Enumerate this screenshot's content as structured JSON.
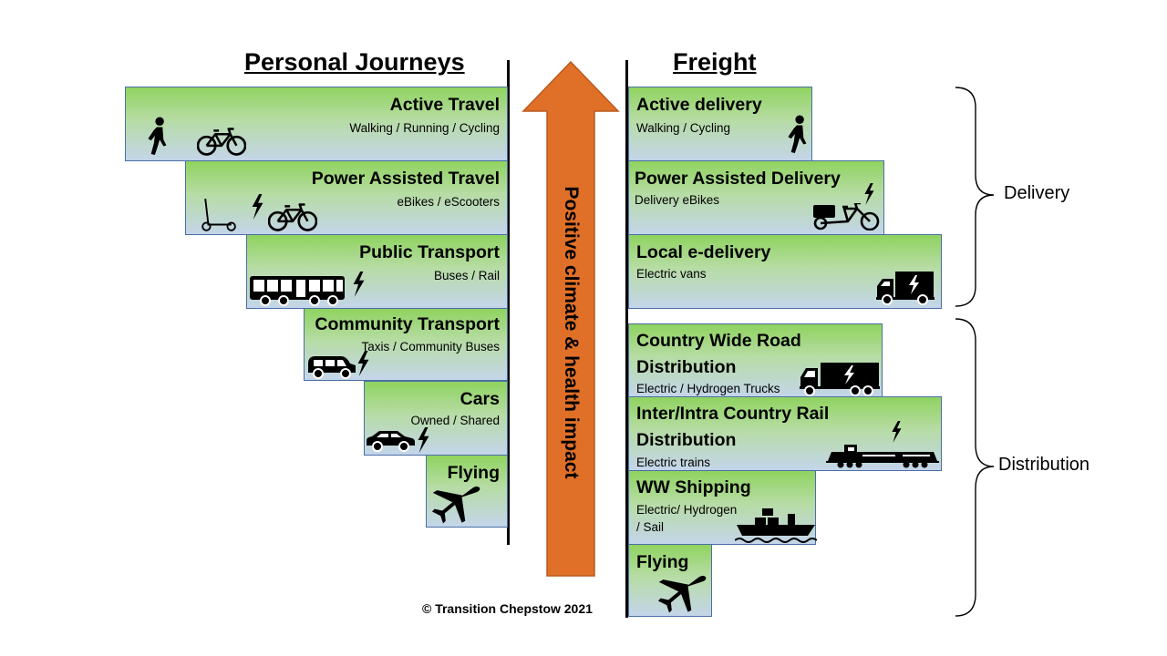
{
  "headings": {
    "personal": "Personal Journeys",
    "freight": "Freight"
  },
  "arrow_label": "Positive climate & health impact",
  "copyright": "© Transition Chepstow 2021",
  "personal": [
    {
      "title": "Active Travel",
      "subtitle": "Walking / Running / Cycling",
      "icons": [
        "walking-person-icon",
        "bicycle-icon"
      ]
    },
    {
      "title": "Power Assisted Travel",
      "subtitle": "eBikes / eScooters",
      "icons": [
        "scooter-icon",
        "lightning-icon",
        "bicycle-icon"
      ]
    },
    {
      "title": "Public Transport",
      "subtitle": "Buses / Rail",
      "icons": [
        "bus-icon",
        "lightning-icon"
      ]
    },
    {
      "title": "Community Transport",
      "subtitle": "Taxis / Community  Buses",
      "icons": [
        "van-icon",
        "lightning-icon"
      ]
    },
    {
      "title": "Cars",
      "subtitle": "Owned / Shared",
      "icons": [
        "car-icon",
        "lightning-icon"
      ]
    },
    {
      "title": "Flying",
      "subtitle": "",
      "icons": [
        "airplane-icon"
      ]
    }
  ],
  "freight": [
    {
      "title": "Active delivery",
      "subtitle": "Walking / Cycling",
      "icons": [
        "walking-person-icon"
      ]
    },
    {
      "title": "Power Assisted Delivery",
      "subtitle": "Delivery eBikes",
      "icons": [
        "cargo-bike-icon",
        "lightning-icon"
      ]
    },
    {
      "title": "Local e-delivery",
      "subtitle": "Electric vans",
      "icons": [
        "electric-van-icon"
      ]
    },
    {
      "title": "Country Wide Road",
      "title2": "Distribution",
      "subtitle": "Electric / Hydrogen  Trucks",
      "icons": [
        "electric-truck-icon"
      ]
    },
    {
      "title": "Inter/Intra Country Rail",
      "title2": "Distribution",
      "subtitle": "Electric trains",
      "icons": [
        "locomotive-icon",
        "lightning-icon"
      ]
    },
    {
      "title": "WW Shipping",
      "subtitle": "Electric/ Hydrogen",
      "subtitle2": "/ Sail",
      "icons": [
        "cargo-ship-icon"
      ]
    },
    {
      "title": "Flying",
      "subtitle": "",
      "icons": [
        "airplane-icon"
      ]
    }
  ],
  "groups": {
    "delivery": "Delivery",
    "distribution": "Distribution"
  },
  "colors": {
    "arrow": "#e07028",
    "box_top": "#8fd35f",
    "box_bottom": "#c4d5ea",
    "box_border": "#4a6fa5"
  }
}
